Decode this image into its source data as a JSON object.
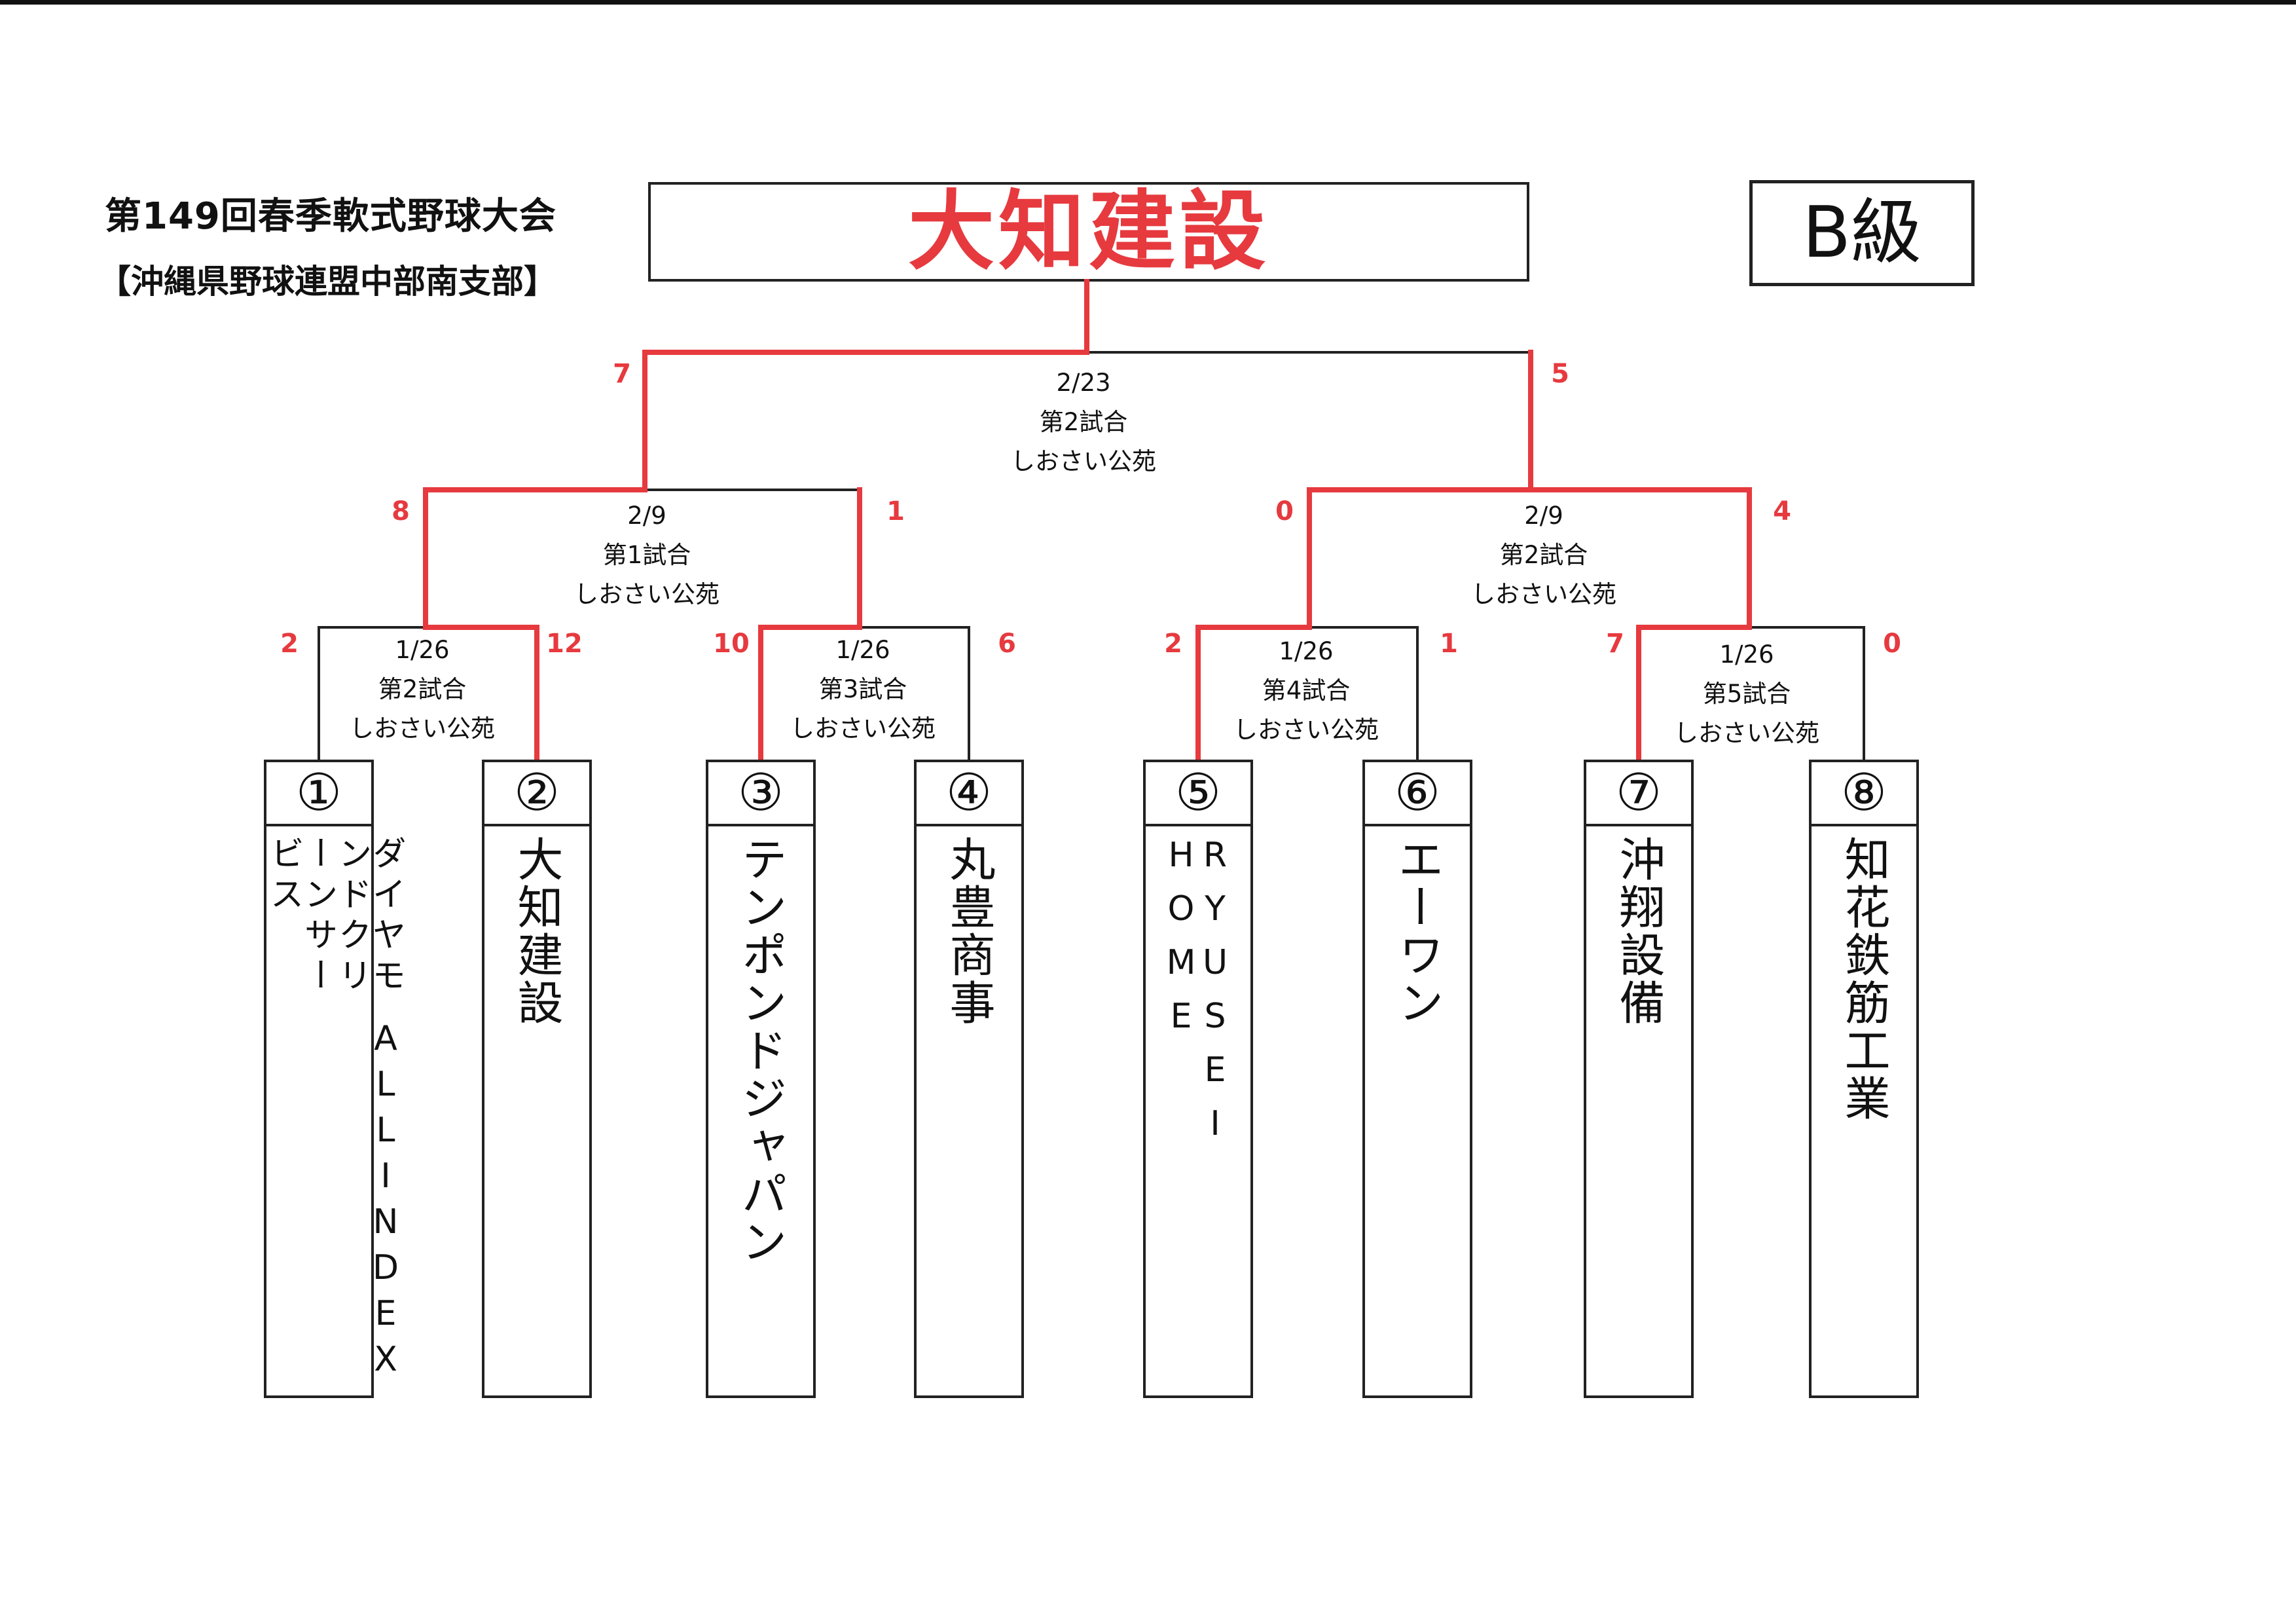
{
  "header": {
    "title": "第149回春季軟式野球大会",
    "subtitle": "【沖縄県野球連盟中部南支部】",
    "class_label": "B級"
  },
  "champion": "大知建設",
  "colors": {
    "winner": "#e63a3f",
    "line": "#222222"
  },
  "final": {
    "date": "2/23",
    "game": "第2試合",
    "venue": "しおさい公苑",
    "score_left": "7",
    "score_right": "5"
  },
  "semis": [
    {
      "date": "2/9",
      "game": "第1試合",
      "venue": "しおさい公苑",
      "score_left": "8",
      "score_right": "1"
    },
    {
      "date": "2/9",
      "game": "第2試合",
      "venue": "しおさい公苑",
      "score_left": "0",
      "score_right": "4"
    }
  ],
  "quarters": [
    {
      "date": "1/26",
      "game": "第2試合",
      "venue": "しおさい公苑",
      "score_left": "2",
      "score_right": "12"
    },
    {
      "date": "1/26",
      "game": "第3試合",
      "venue": "しおさい公苑",
      "score_left": "10",
      "score_right": "6"
    },
    {
      "date": "1/26",
      "game": "第4試合",
      "venue": "しおさい公苑",
      "score_left": "2",
      "score_right": "1"
    },
    {
      "date": "1/26",
      "game": "第5試合",
      "venue": "しおさい公苑",
      "score_left": "7",
      "score_right": "0"
    }
  ],
  "teams": [
    {
      "seed": "①",
      "name_col1": "ダイヤモンドクリーンサービス",
      "name_col2": "ALLINDEX"
    },
    {
      "seed": "②",
      "name": "大知建設"
    },
    {
      "seed": "③",
      "name": "テンポンドジャパン"
    },
    {
      "seed": "④",
      "name": "丸豊商事"
    },
    {
      "seed": "⑤",
      "name": "RYUSEI HOME"
    },
    {
      "seed": "⑥",
      "name": "エーワン"
    },
    {
      "seed": "⑦",
      "name": "沖翔設備"
    },
    {
      "seed": "⑧",
      "name": "知花鉄筋工業"
    }
  ]
}
